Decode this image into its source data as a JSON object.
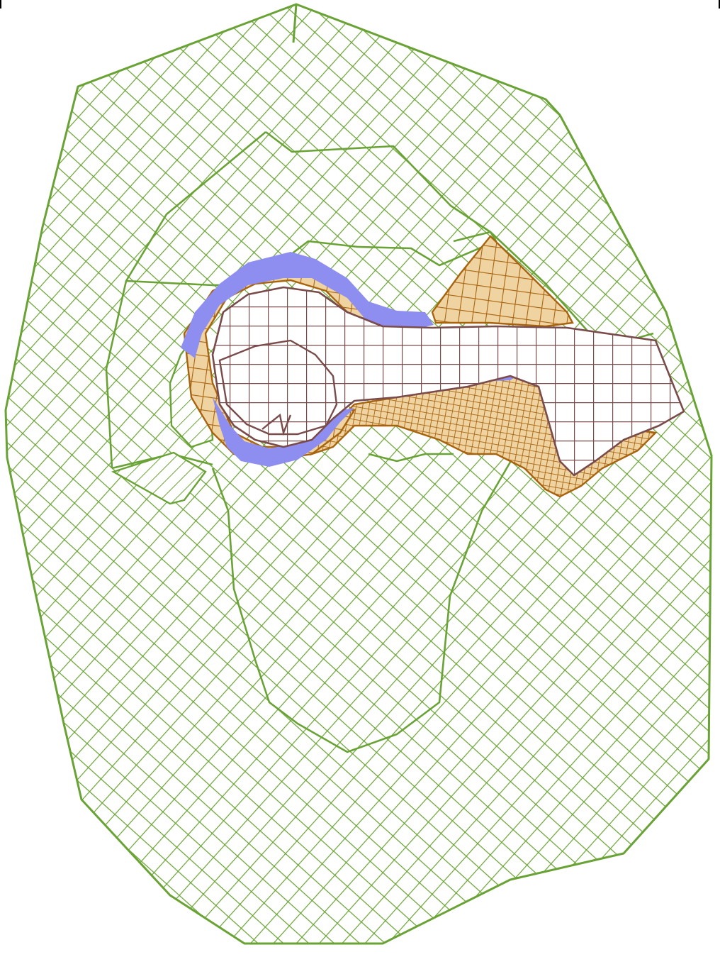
{
  "figure": {
    "kind": "mesh-diagram",
    "background_color": "#ffffff",
    "colors": {
      "outer_mesh": "#6aa335",
      "orange_mesh": "#a8630f",
      "orange_fill": "#efd4a2",
      "brown_mesh": "#7a4b4b",
      "blue_fill": "#8e8ef0",
      "hatch_fill": "#ffffff"
    },
    "regions": [
      {
        "name": "outer-green-region",
        "color_key": "outer_mesh"
      },
      {
        "name": "inner-green-boundary",
        "color_key": "outer_mesh"
      },
      {
        "name": "orange-refined-region",
        "color_key": "orange_mesh"
      },
      {
        "name": "blue-band-region",
        "color_key": "blue_fill"
      },
      {
        "name": "brown-core-region",
        "color_key": "brown_mesh"
      },
      {
        "name": "green-hatch-patches",
        "color_key": "outer_mesh"
      }
    ]
  }
}
